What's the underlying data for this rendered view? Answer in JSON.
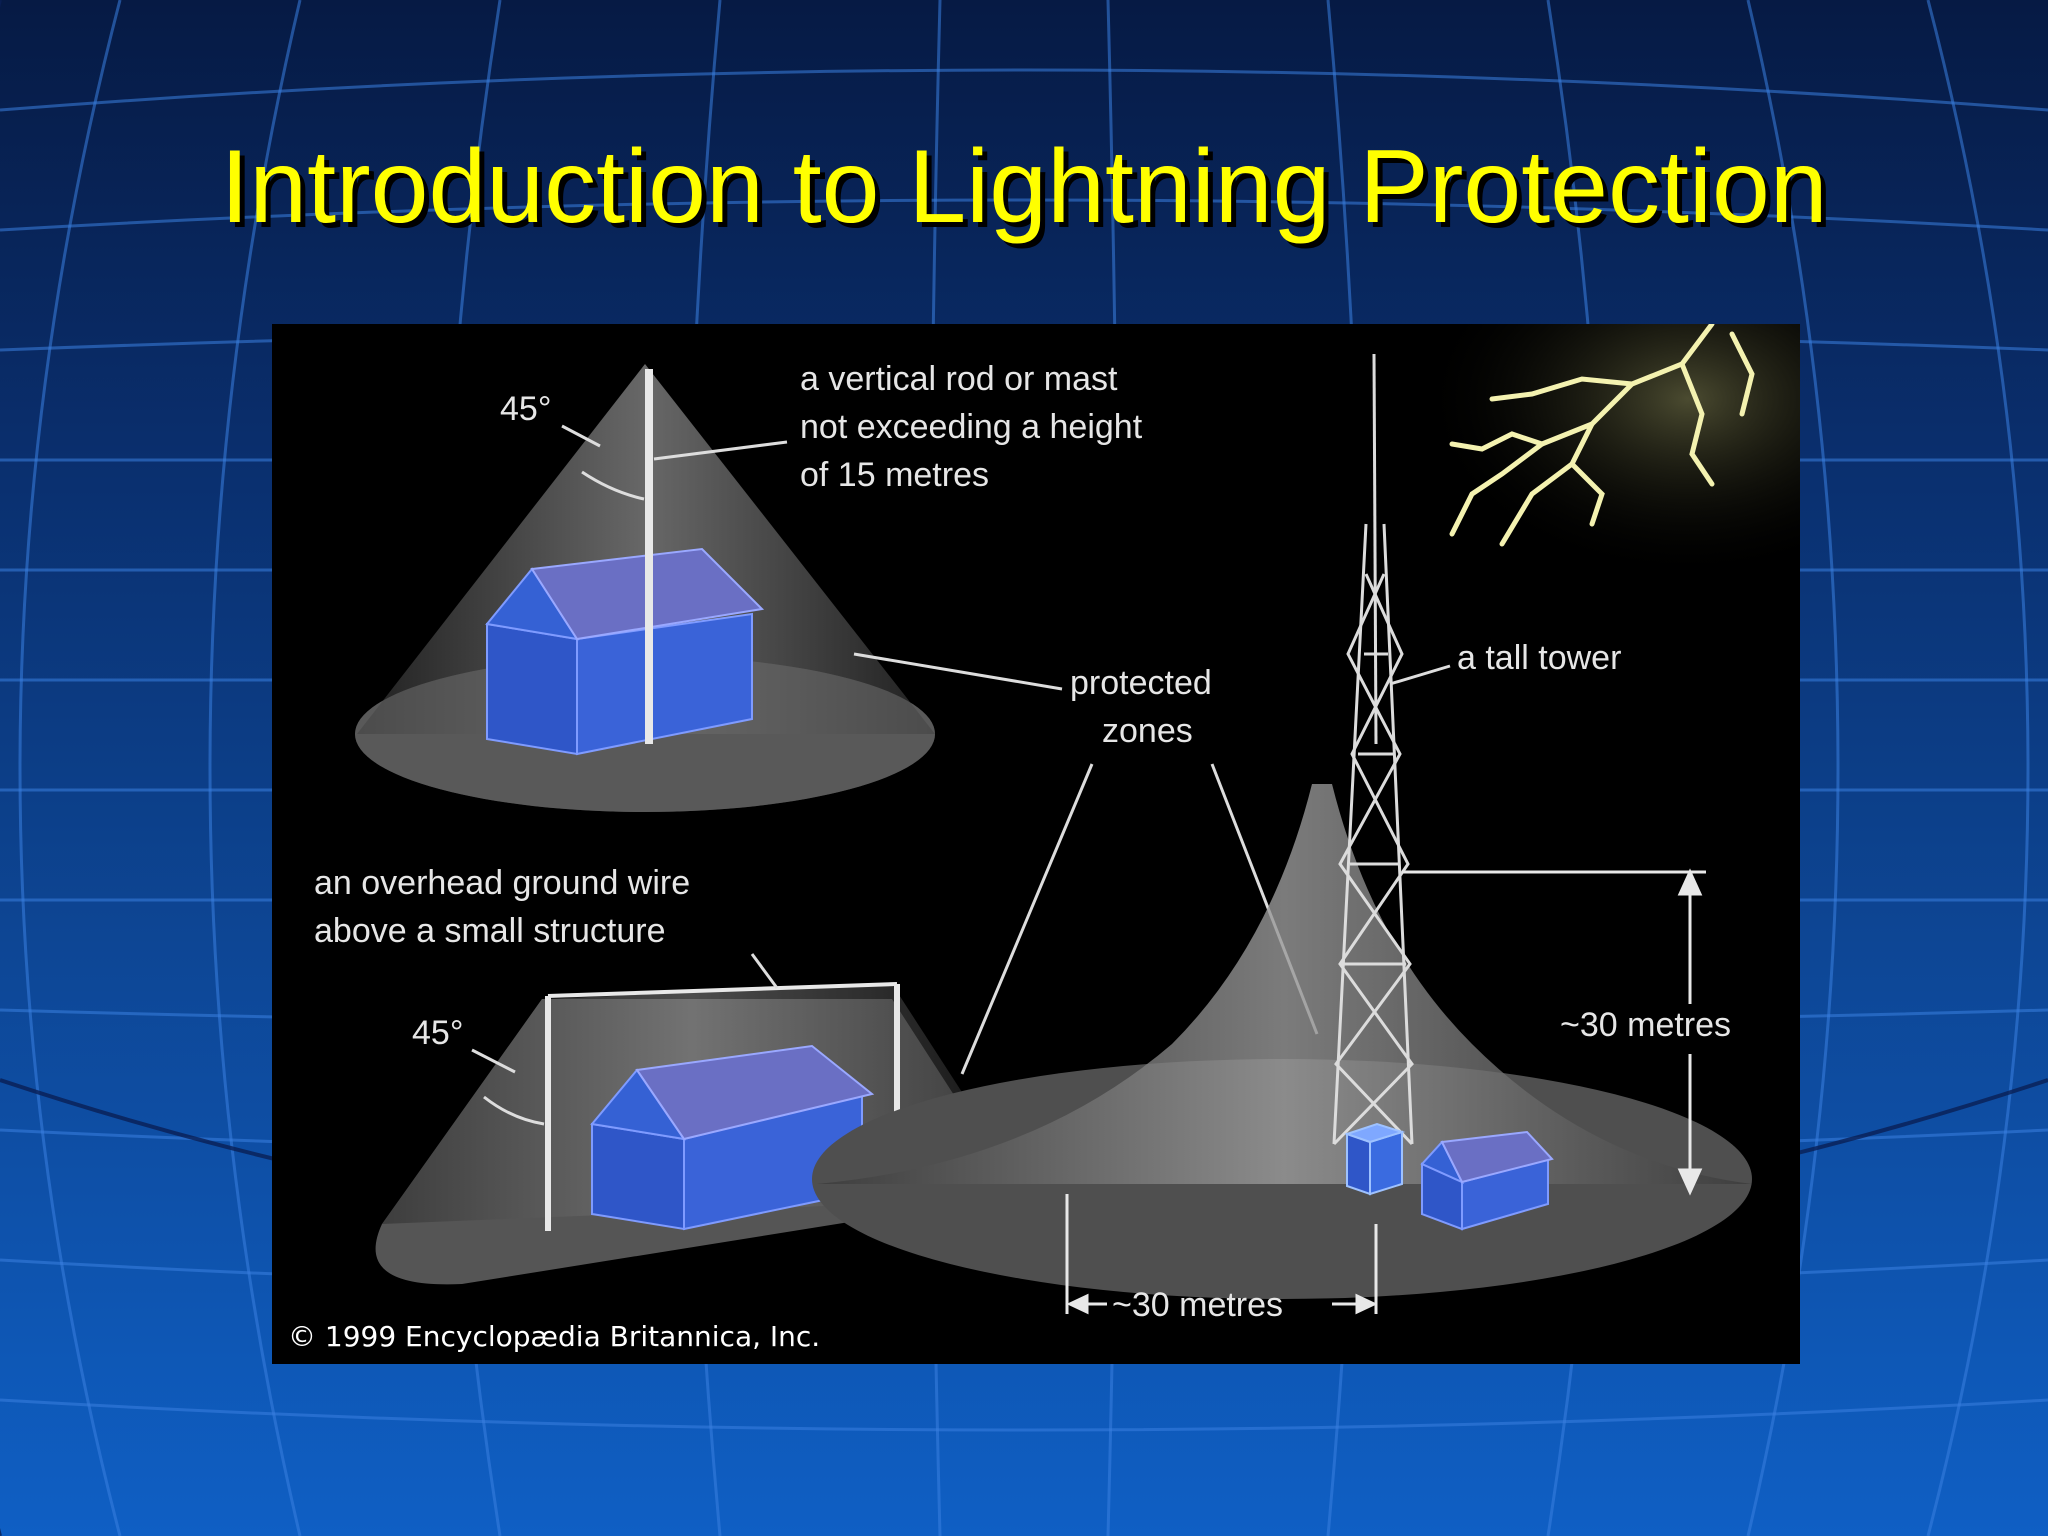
{
  "slide": {
    "title": "Introduction to Lightning Protection"
  },
  "figure": {
    "rod_angle": "45°",
    "rod_label": [
      "a vertical rod or mast",
      "not exceeding a height",
      "of 15 metres"
    ],
    "zones_label": [
      "protected",
      "zones"
    ],
    "tower_label": "a tall tower",
    "wire_label": [
      "an overhead ground wire",
      "above a small structure"
    ],
    "wire_angle": "45°",
    "height_label": "~30 metres",
    "radius_label": "~30 metres",
    "copyright": "© 1999 Encyclopædia Britannica, Inc."
  },
  "colors": {
    "title": "#ffff00",
    "house_wall": "#3a63d8",
    "house_roof": "#6a6fc4",
    "zone_fill": "#555555"
  }
}
